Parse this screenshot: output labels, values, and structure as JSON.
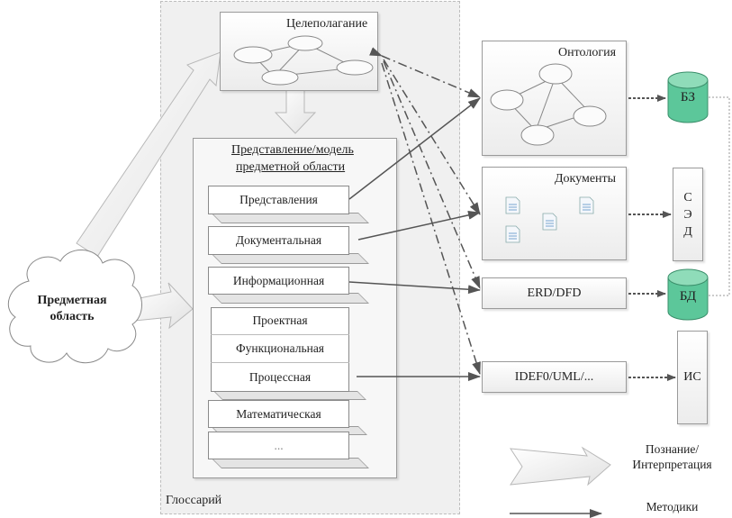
{
  "glossary": {
    "label": "Глоссарий"
  },
  "goal_setting": {
    "title": "Целеполагание"
  },
  "subject_area": {
    "label_line1": "Предметная",
    "label_line2": "область"
  },
  "model_panel": {
    "title_line1": "Представление/модель",
    "title_line2": "предметной области",
    "items": [
      {
        "label": "Представления"
      },
      {
        "label": "Документальная"
      },
      {
        "label": "Информационная"
      }
    ],
    "group_items": [
      {
        "label": "Проектная"
      },
      {
        "label": "Функциональная"
      },
      {
        "label": "Процессная"
      }
    ],
    "extra_items": [
      {
        "label": "Математическая"
      },
      {
        "label": "..."
      }
    ]
  },
  "targets": {
    "ontology": {
      "title": "Онтология"
    },
    "documents": {
      "title": "Документы"
    },
    "erd": {
      "label": "ERD/DFD"
    },
    "idef": {
      "label": "IDEF0/UML/..."
    }
  },
  "stores": {
    "kb": {
      "label": "БЗ"
    },
    "edms": {
      "label_chars": [
        "С",
        "Э",
        "Д"
      ]
    },
    "db": {
      "label": "БД"
    },
    "is": {
      "label": "ИС"
    }
  },
  "legend": {
    "cognition_line1": "Познание/",
    "cognition_line2": "Интерпретация",
    "methods": "Методики"
  },
  "colors": {
    "cylinder": "#5cc79a",
    "cylinder_top": "#8fdcb9",
    "line": "#555555"
  }
}
